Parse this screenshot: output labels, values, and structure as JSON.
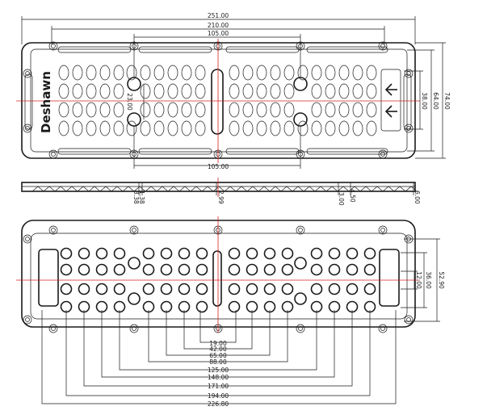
{
  "brand": "Deshawn",
  "top_view": {
    "dims_horizontal": [
      "251.00",
      "210.00",
      "105.00"
    ],
    "dim_bottom": "105.00",
    "dims_vertical": [
      "74.00",
      "64.00",
      "38.00"
    ],
    "dim_center": "23.00"
  },
  "side_view": {
    "dims": [
      "1.38",
      "3.38",
      "2.99",
      "3.00",
      "4.50",
      "6.00"
    ]
  },
  "bottom_view": {
    "dims_vertical": [
      "52.90",
      "36.00",
      "12.00"
    ],
    "dims_horizontal": [
      "19.00",
      "42.00",
      "65.00",
      "88.00",
      "125.00",
      "148.00",
      "171.00",
      "194.00",
      "226.80"
    ]
  }
}
